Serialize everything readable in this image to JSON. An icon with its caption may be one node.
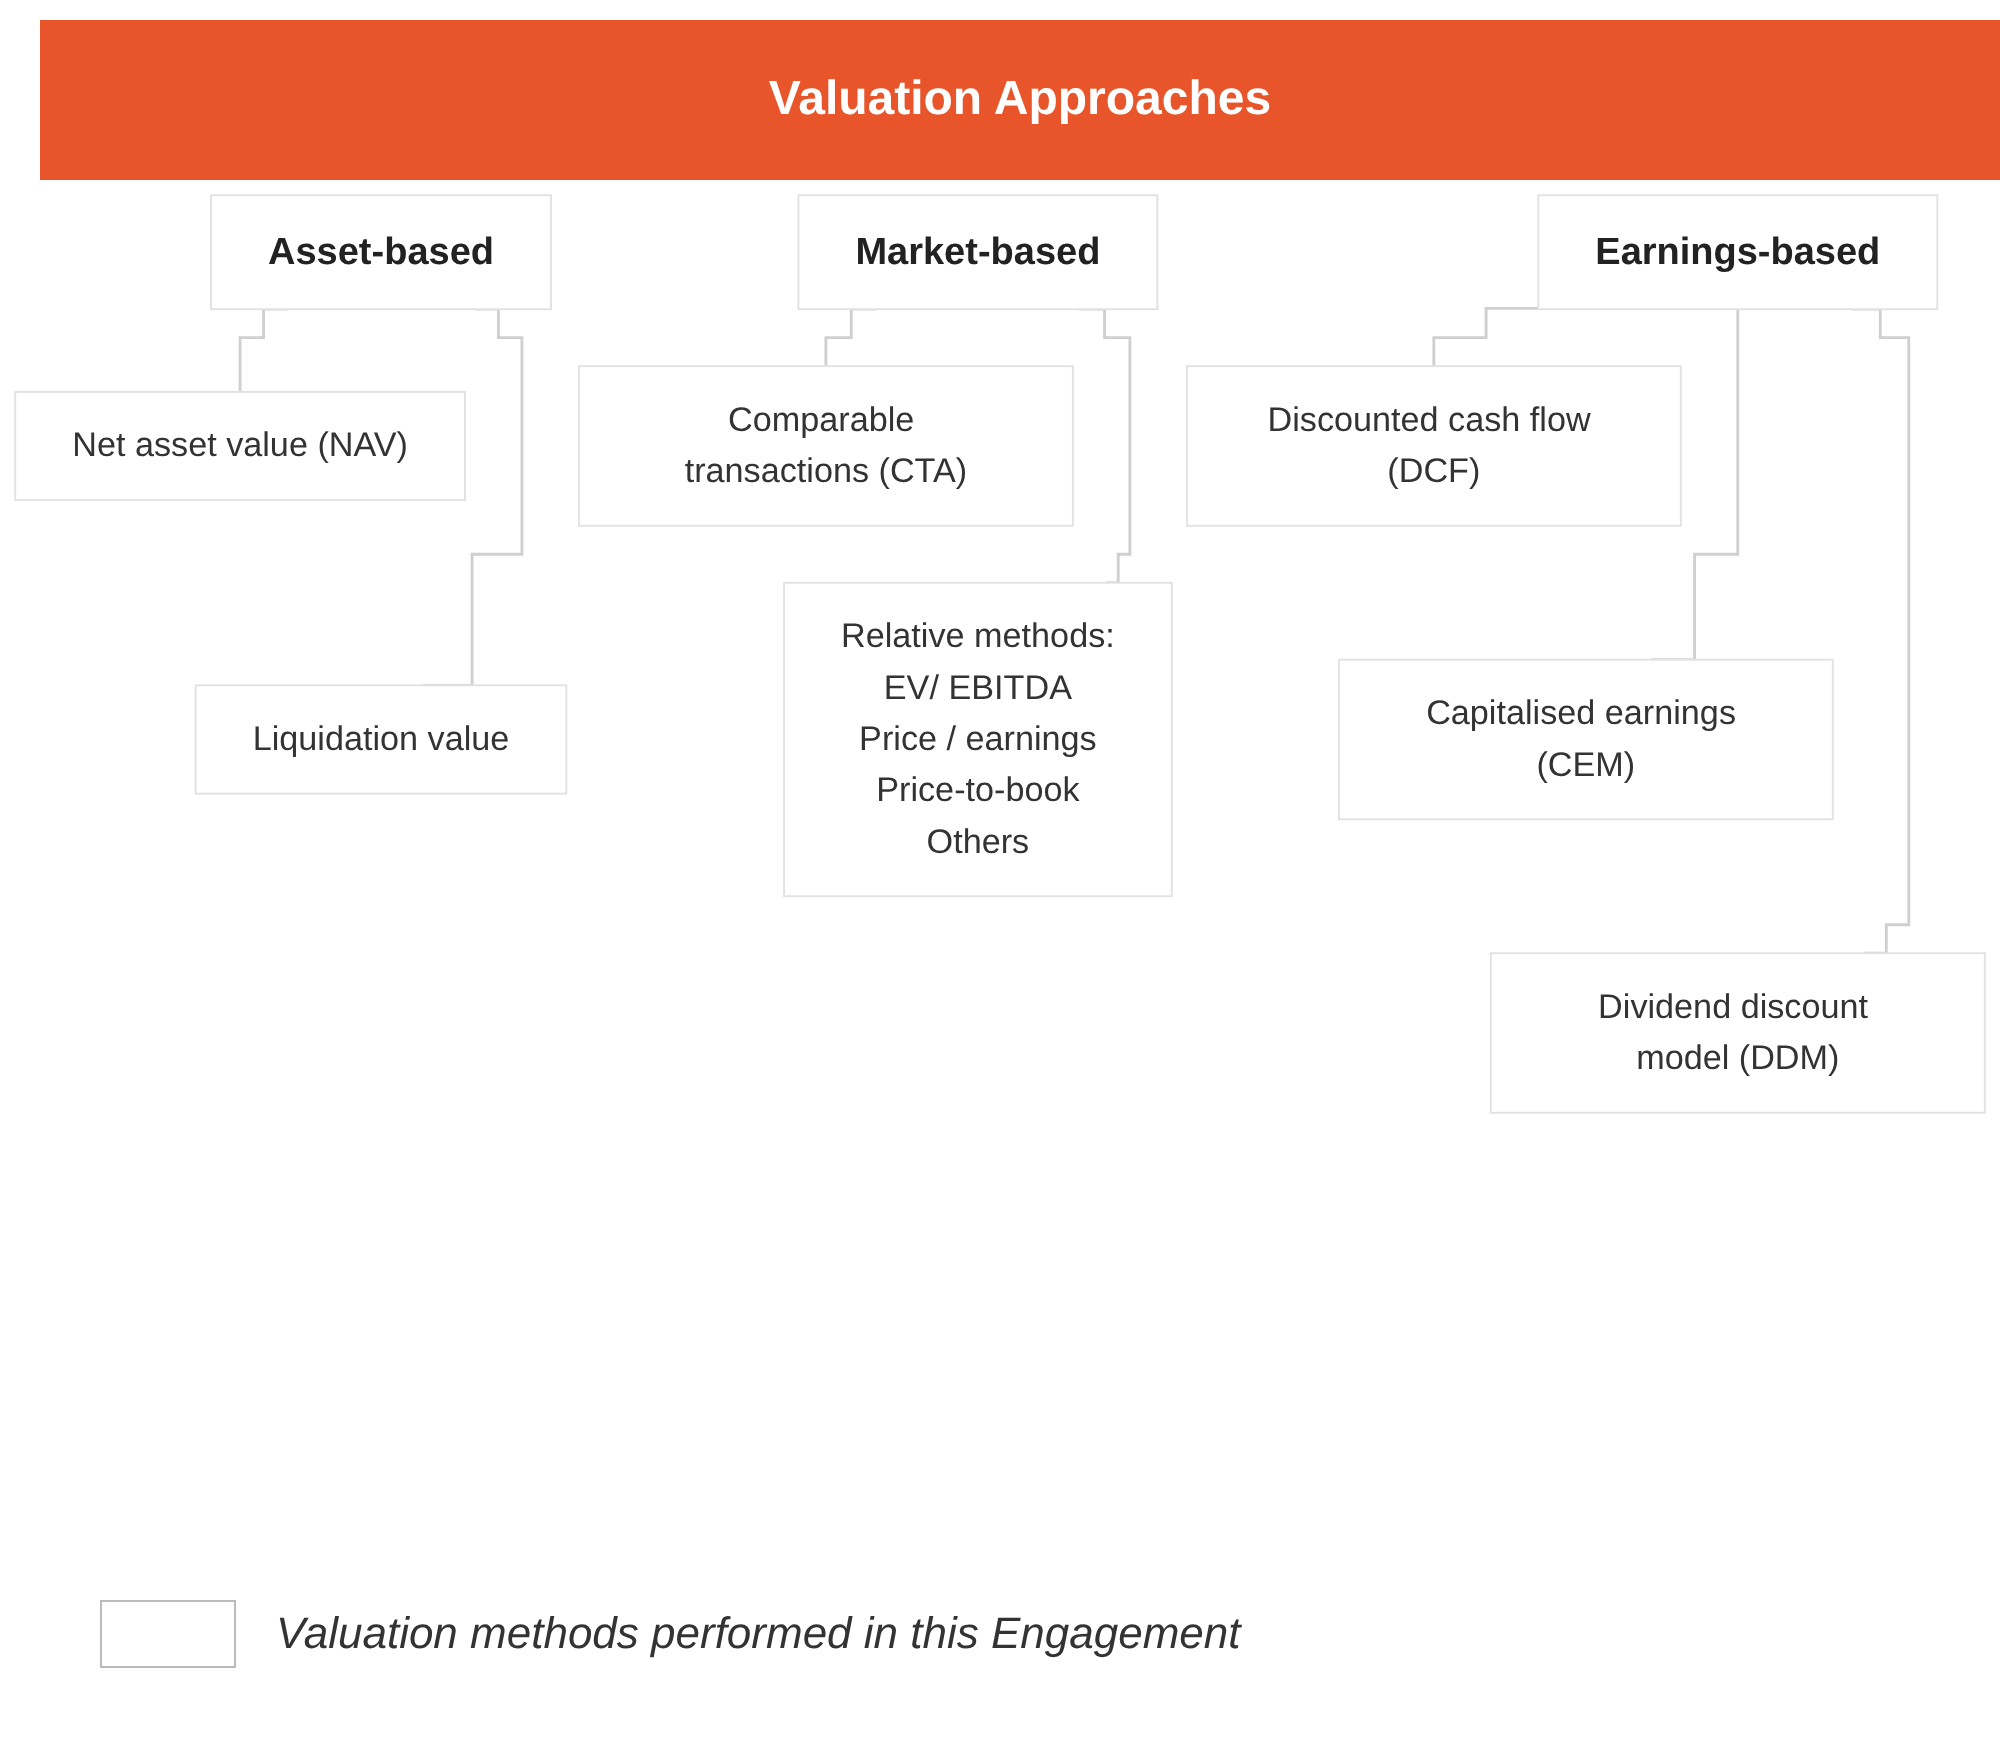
{
  "diagram": {
    "title": "Valuation Approaches",
    "nodes": [
      {
        "text": [
          "Asset-based"
        ]
      },
      {
        "text": [
          "Net asset value (NAV)"
        ]
      },
      {
        "text": [
          "Liquidation value"
        ]
      },
      {
        "text": [
          "Earnings-based"
        ]
      },
      {
        "text": [
          "Discounted cash flow (DCF)"
        ]
      },
      {
        "text": [
          "Capitalised earnings (CEM)"
        ]
      },
      {
        "text": [
          "Dividend discount model (DDM)"
        ]
      },
      {
        "text": [
          "Market-based"
        ]
      },
      {
        "text": [
          "Comparable transactions (CTA)"
        ]
      },
      {
        "text": [
          "Relative methods:",
          "EV/ EBITDA",
          "Price / earnings",
          "Price-to-book",
          "Others"
        ]
      }
    ],
    "edges": [
      {
        "from": 0,
        "to": 1,
        "arrow": "none"
      },
      {
        "from": 0,
        "to": 2,
        "arrow": "none"
      },
      {
        "from": 3,
        "to": 4,
        "arrow": "none"
      },
      {
        "from": 3,
        "to": 5,
        "arrow": "none"
      },
      {
        "from": 3,
        "to": 6,
        "arrow": "none"
      },
      {
        "from": 7,
        "to": 8,
        "arrow": "none"
      },
      {
        "from": 7,
        "to": 9,
        "arrow": "none"
      }
    ],
    "legend": [
      {
        "text": "Valuation methods performed in this Engagement"
      }
    ]
  }
}
